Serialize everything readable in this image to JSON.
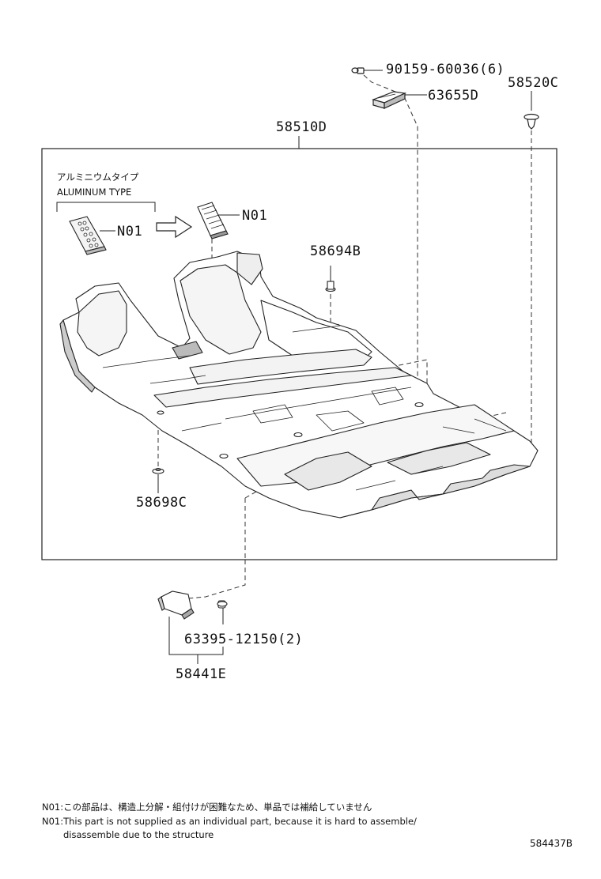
{
  "parts": {
    "floor_carpet": "58510D",
    "bolt": "90159-60036(6)",
    "plate": "63655D",
    "clip": "58520C",
    "pedal_pad_n01_left": "N01",
    "pedal_pad_n01_right": "N01",
    "grommet_upper": "58694B",
    "grommet_lower": "58698C",
    "screw": "63395-12150(2)",
    "trim_panel": "58441E"
  },
  "aluminum_type": {
    "jp": "アルミニウムタイプ",
    "en": "ALUMINUM TYPE"
  },
  "notes": {
    "line1": "N01:この部品は、構造上分解・組付けが困難なため、単品では補給していません",
    "line2": "N01:This part is not supplied as an individual part,  because it is hard to assemble/",
    "line3": "disassemble due to the structure"
  },
  "diagram_ref": "584437B",
  "icons": [
    "bolt-icon",
    "plate-icon",
    "clip-icon",
    "pedal-pad-icon",
    "arrow-right-icon",
    "grommet-icon",
    "floor-carpet-drawing",
    "trim-panel-icon",
    "screw-icon"
  ]
}
